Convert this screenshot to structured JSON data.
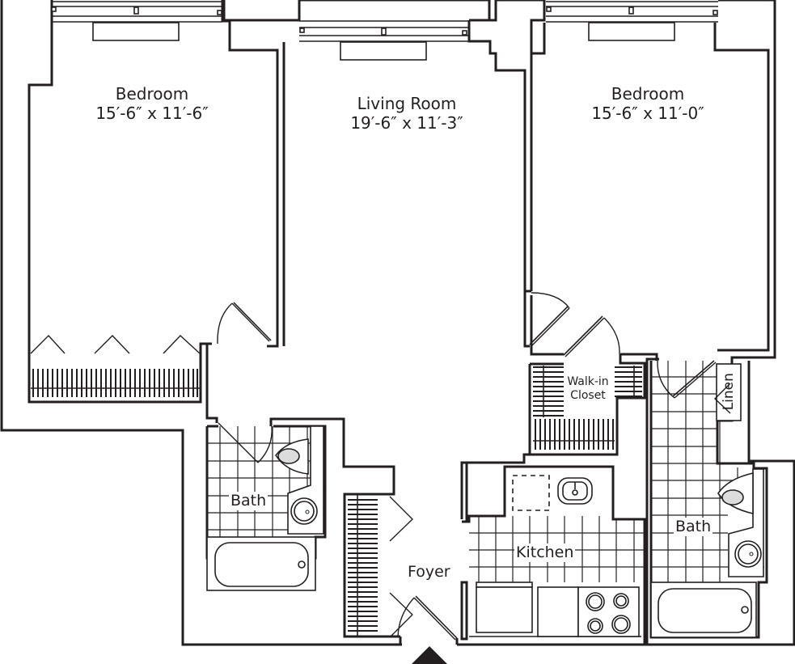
{
  "plan": {
    "rooms": [
      {
        "id": "bedroom-1",
        "name": "Bedroom",
        "dimensions": "15′-6″ x 11′-6″"
      },
      {
        "id": "living-room",
        "name": "Living Room",
        "dimensions": "19′-6″ x 11′-3″"
      },
      {
        "id": "bedroom-2",
        "name": "Bedroom",
        "dimensions": "15′-6″ x 11′-0″"
      },
      {
        "id": "bath-1",
        "name": "Bath"
      },
      {
        "id": "walk-in-closet",
        "name": "Walk-in Closet",
        "line1": "Walk-in",
        "line2": "Closet"
      },
      {
        "id": "kitchen",
        "name": "Kitchen"
      },
      {
        "id": "foyer",
        "name": "Foyer"
      },
      {
        "id": "bath-2",
        "name": "Bath"
      },
      {
        "id": "linen",
        "name": "Linen"
      }
    ],
    "entrance_marker": "entry-arrow",
    "colors": {
      "line": "#231f20",
      "fixture_fill": "#dcdcdc",
      "background": "#ffffff"
    }
  }
}
